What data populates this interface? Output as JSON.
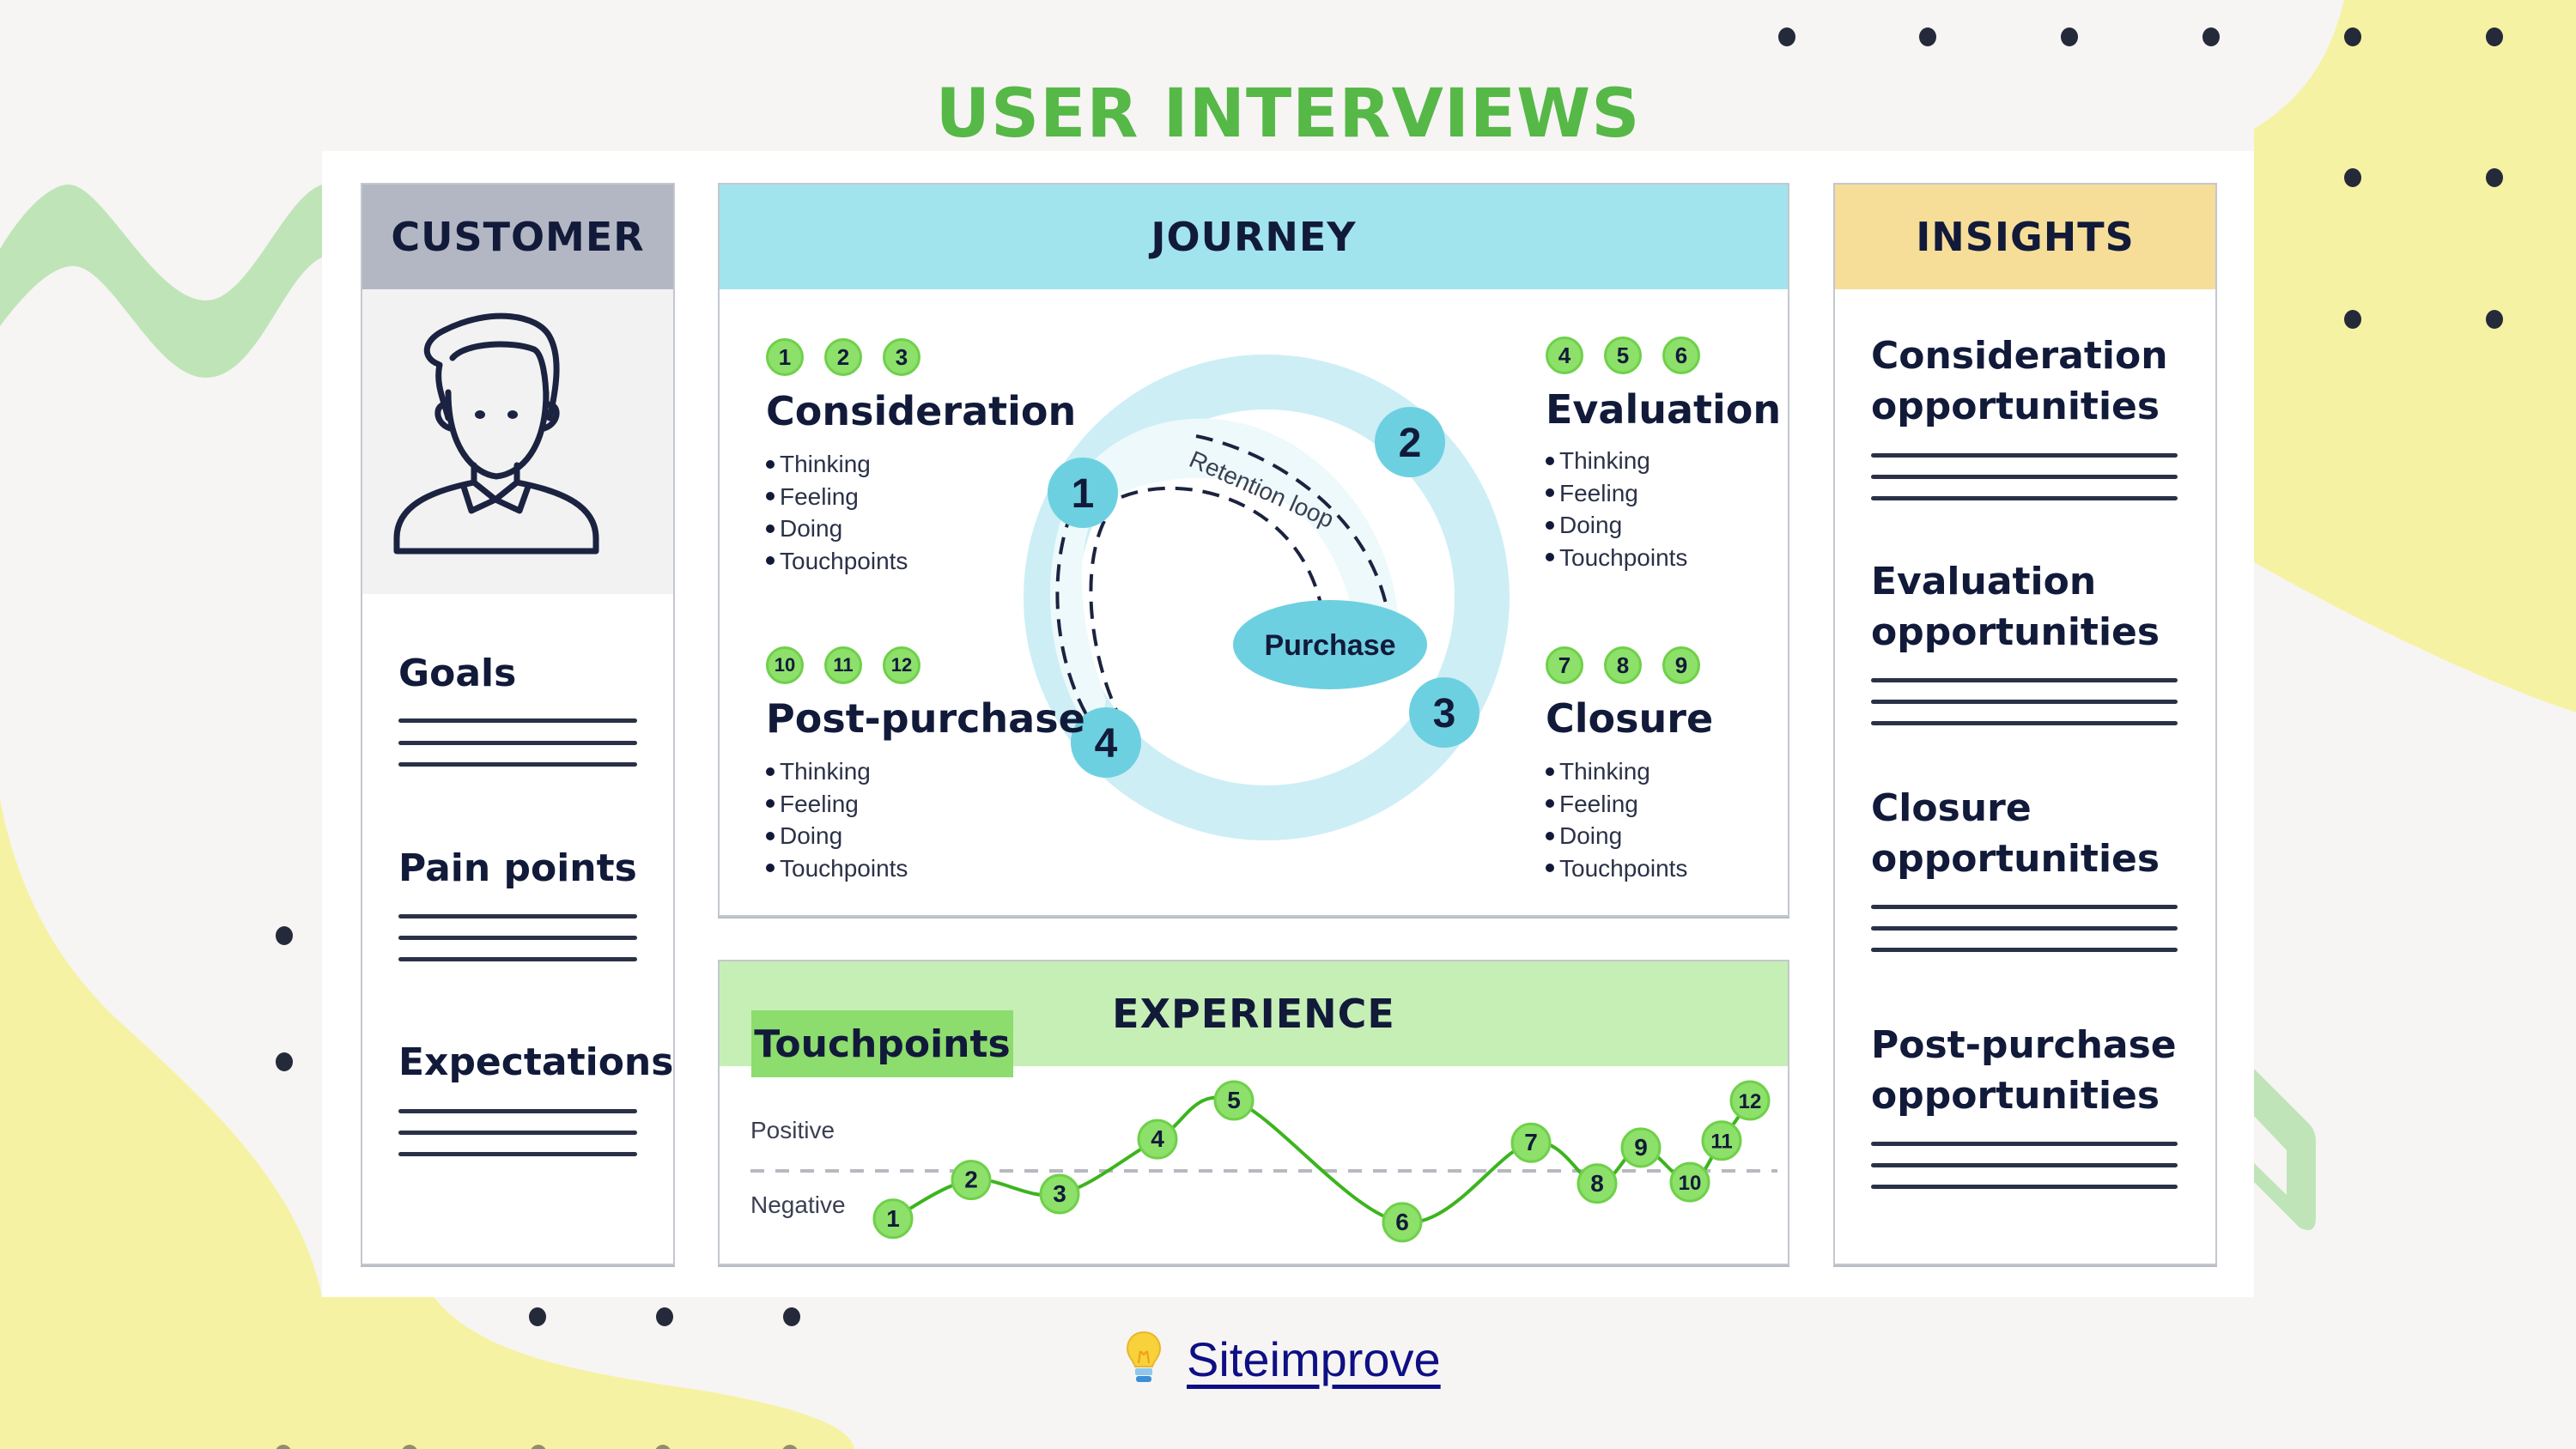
{
  "page": {
    "title": "USER INTERVIEWS",
    "footer_link": {
      "icon": "lightbulb-icon",
      "label": "Siteimprove"
    }
  },
  "customer": {
    "header": "CUSTOMER",
    "avatar_icon": "user-avatar-icon",
    "sections": [
      {
        "label": "Goals"
      },
      {
        "label": "Pain points"
      },
      {
        "label": "Expectations"
      }
    ]
  },
  "journey": {
    "header": "JOURNEY",
    "stages": [
      {
        "name": "Consideration",
        "touchpoints": [
          "1",
          "2",
          "3"
        ],
        "items": [
          "Thinking",
          "Feeling",
          "Doing",
          "Touchpoints"
        ]
      },
      {
        "name": "Evaluation",
        "touchpoints": [
          "4",
          "5",
          "6"
        ],
        "items": [
          "Thinking",
          "Feeling",
          "Doing",
          "Touchpoints"
        ]
      },
      {
        "name": "Post-purchase",
        "touchpoints": [
          "10",
          "11",
          "12"
        ],
        "items": [
          "Thinking",
          "Feeling",
          "Doing",
          "Touchpoints"
        ]
      },
      {
        "name": "Closure",
        "touchpoints": [
          "7",
          "8",
          "9"
        ],
        "items": [
          "Thinking",
          "Feeling",
          "Doing",
          "Touchpoints"
        ]
      }
    ],
    "cycle": {
      "nodes": [
        "1",
        "2",
        "3",
        "4"
      ],
      "center_label": "Purchase",
      "loop_label": "Retention loop"
    }
  },
  "experience": {
    "header": "EXPERIENCE",
    "tag": "Touchpoints",
    "positive_label": "Positive",
    "negative_label": "Negative"
  },
  "insights": {
    "header": "INSIGHTS",
    "sections": [
      {
        "line1": "Consideration",
        "line2": "opportunities"
      },
      {
        "line1": "Evaluation",
        "line2": "opportunities"
      },
      {
        "line1": "Closure",
        "line2": "opportunities"
      },
      {
        "line1": "Post-purchase",
        "line2": "opportunities"
      }
    ]
  },
  "colors": {
    "title_green": "#56b847",
    "customer_header": "#b3b7c3",
    "journey_header": "#a2e4ee",
    "experience_header": "#c6efb5",
    "insights_header": "#f6de98",
    "touchpoint_green": "#8de06a",
    "ring_blue": "#cdeef5",
    "node_blue": "#6dd0e0"
  },
  "chart_data": {
    "type": "line",
    "title": "EXPERIENCE",
    "xlabel": "Touchpoints",
    "ylabel": "",
    "y_axis_labels": [
      "Positive",
      "Negative"
    ],
    "baseline": 0,
    "ylim": [
      -1,
      1
    ],
    "x": [
      "1",
      "2",
      "3",
      "4",
      "5",
      "6",
      "7",
      "8",
      "9",
      "10",
      "11",
      "12"
    ],
    "values": [
      -0.68,
      -0.13,
      -0.33,
      0.45,
      1.0,
      -0.73,
      0.4,
      -0.18,
      0.33,
      -0.16,
      0.43,
      1.0
    ],
    "grid": false,
    "legend": "none"
  }
}
